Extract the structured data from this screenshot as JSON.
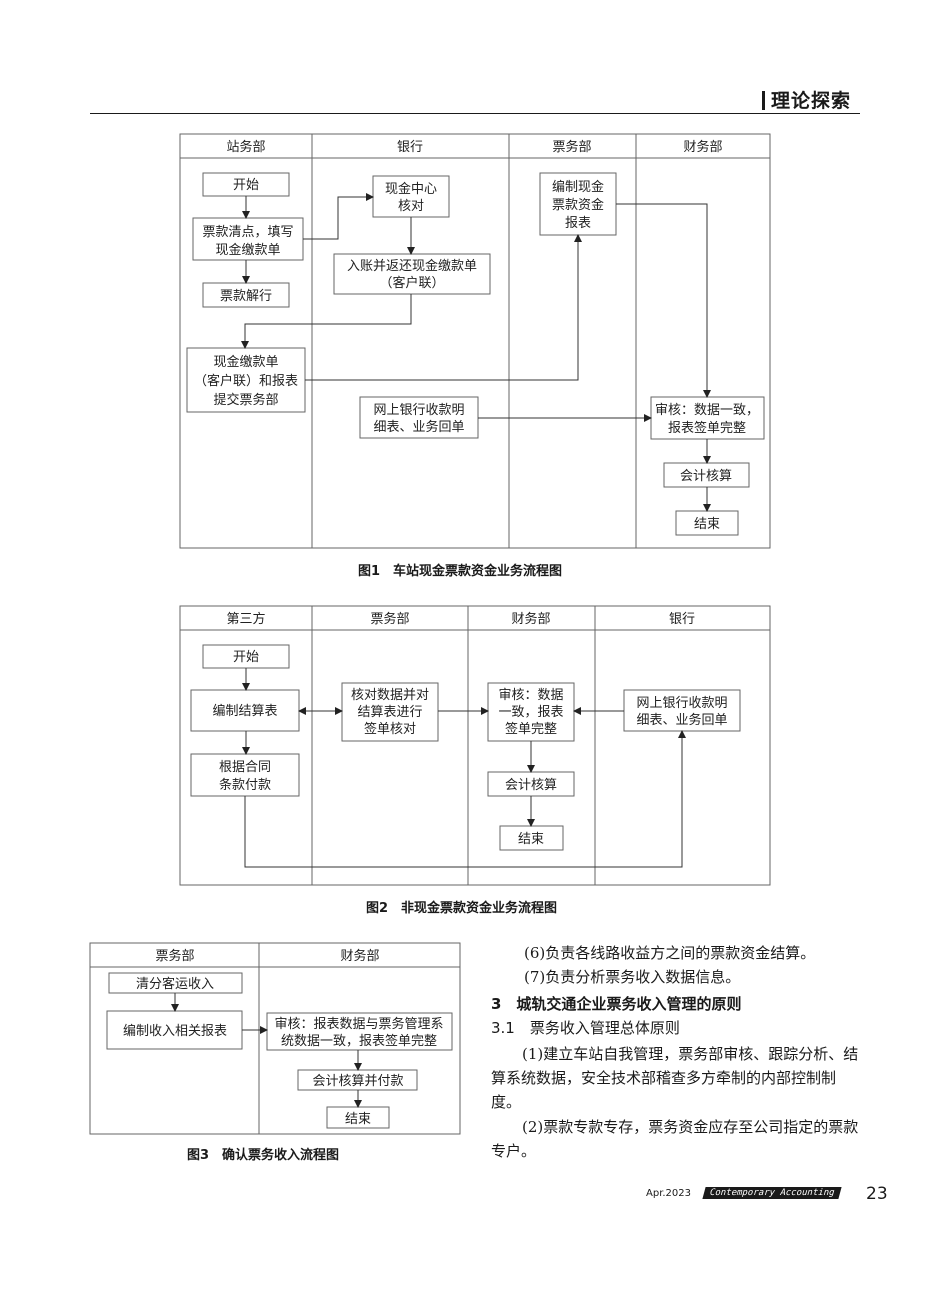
{
  "header": {
    "section": "理论探索"
  },
  "figure1": {
    "caption": "图1　车站现金票款资金业务流程图",
    "lanes": [
      "站务部",
      "银行",
      "票务部",
      "财务部"
    ],
    "nodes": {
      "start": "开始",
      "count": [
        "票款清点，填写",
        "现金缴款单"
      ],
      "deposit": "票款解行",
      "submit": [
        "现金缴款单",
        "（客户联）和报表",
        "提交票务部"
      ],
      "cash_center": [
        "现金中心",
        "核对"
      ],
      "return": [
        "入账并返还现金缴款单",
        "（客户联）"
      ],
      "online_bank": [
        "网上银行收款明",
        "细表、业务回单"
      ],
      "compile": [
        "编制现金",
        "票款资金",
        "报表"
      ],
      "audit": [
        "审核：数据一致，",
        "报表签单完整"
      ],
      "accounting": "会计核算",
      "end": "结束"
    }
  },
  "figure2": {
    "caption": "图2　非现金票款资金业务流程图",
    "lanes": [
      "第三方",
      "票务部",
      "财务部",
      "银行"
    ],
    "nodes": {
      "start": "开始",
      "compile": "编制结算表",
      "pay": [
        "根据合同",
        "条款付款"
      ],
      "verify": [
        "核对数据并对",
        "结算表进行",
        "签单核对"
      ],
      "audit": [
        "审核：数据",
        "一致，报表",
        "签单完整"
      ],
      "accounting": "会计核算",
      "end": "结束",
      "online_bank": [
        "网上银行收款明",
        "细表、业务回单"
      ]
    }
  },
  "figure3": {
    "caption": "图3　确认票务收入流程图",
    "lanes": [
      "票务部",
      "财务部"
    ],
    "nodes": {
      "sort": "清分客运收入",
      "compile": "编制收入相关报表",
      "audit": [
        "审核：报表数据与票务管理系",
        "统数据一致，报表签单完整"
      ],
      "accounting": "会计核算并付款",
      "end": "结束"
    }
  },
  "body": {
    "item6": "(6)负责各线路收益方之间的票款资金结算。",
    "item7": "(7)负责分析票务收入数据信息。",
    "heading3": "3　城轨交通企业票务收入管理的原则",
    "heading31": "3.1　票务收入管理总体原则",
    "para1": "(1)建立车站自我管理，票务部审核、跟踪分析、结算系统数据，安全技术部稽查多方牵制的内部控制制度。",
    "para2": "(2)票款专款专存，票务资金应存至公司指定的票款专户。"
  },
  "footer": {
    "date": "Apr.2023",
    "journal": "Contemporary Accounting",
    "page": "23"
  }
}
